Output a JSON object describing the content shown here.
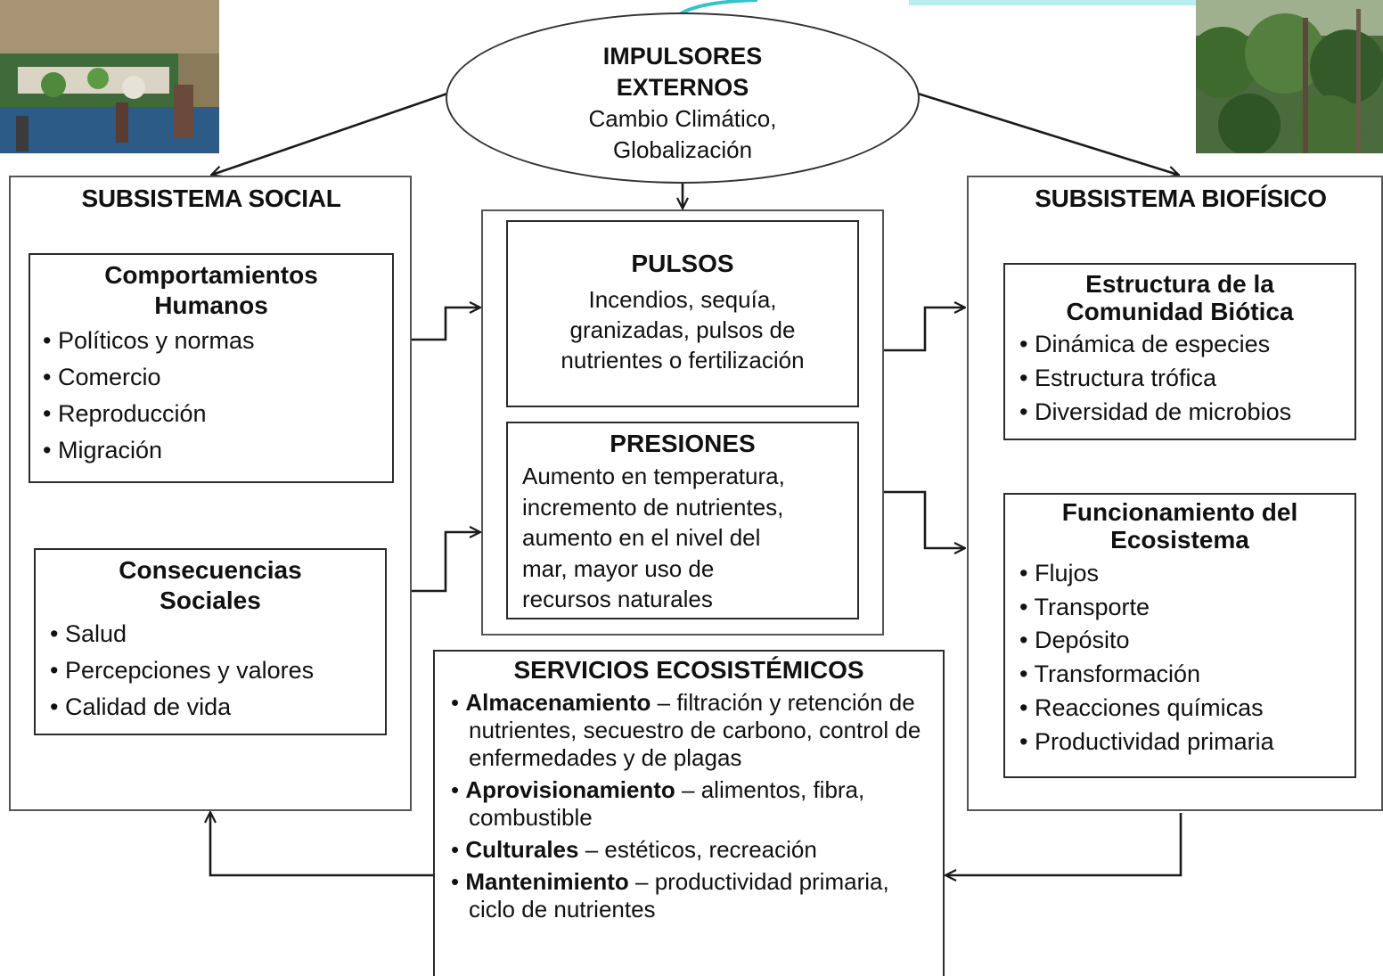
{
  "drivers": {
    "title_line1": "IMPULSORES",
    "title_line2": "EXTERNOS",
    "text_line1": "Cambio Climático,",
    "text_line2": "Globalización"
  },
  "social": {
    "header": "SUBSISTEMA SOCIAL",
    "behaviors": {
      "title_line1": "Comportamientos",
      "title_line2": "Humanos",
      "items": [
        "Políticos y normas",
        "Comercio",
        "Reproducción",
        "Migración"
      ]
    },
    "consequences": {
      "title_line1": "Consecuencias",
      "title_line2": "Sociales",
      "items": [
        "Salud",
        "Percepciones y valores",
        "Calidad de vida"
      ]
    }
  },
  "center": {
    "pulses": {
      "title": "PULSOS",
      "text_line1": "Incendios, sequía,",
      "text_line2": "granizadas, pulsos de",
      "text_line3": "nutrientes o fertilización"
    },
    "pressures": {
      "title": "PRESIONES",
      "lines": [
        "Aumento en temperatura,",
        "incremento de nutrientes,",
        "aumento en el nivel del",
        "mar, mayor uso de",
        "recursos naturales"
      ]
    }
  },
  "biophysical": {
    "header": "SUBSISTEMA BIOFÍSICO",
    "structure": {
      "title_line1": "Estructura de la",
      "title_line2": "Comunidad Biótica",
      "items": [
        "Dinámica de especies",
        "Estructura trófica",
        "Diversidad de microbios"
      ]
    },
    "functioning": {
      "title_line1": "Funcionamiento del",
      "title_line2": "Ecosistema",
      "items": [
        "Flujos",
        "Transporte",
        "Depósito",
        "Transformación",
        "Reacciones químicas",
        "Productividad primaria"
      ]
    }
  },
  "services": {
    "title": "SERVICIOS ECOSISTÉMICOS",
    "items": [
      {
        "term": "Almacenamiento",
        "desc": " – filtración y retención de nutrientes, secuestro de carbono, control de enfermedades y de plagas"
      },
      {
        "term": "Aprovisionamiento",
        "desc": " –  alimentos, fibra, combustible"
      },
      {
        "term": "Culturales",
        "desc": " – estéticos, recreación"
      },
      {
        "term": "Mantenimiento",
        "desc": " – productividad primaria, ciclo de nutrientes"
      }
    ]
  },
  "colors": {
    "border": "#2b2b2b",
    "arrow": "#1a1a1a",
    "teal_accent": "#33c3c8"
  }
}
